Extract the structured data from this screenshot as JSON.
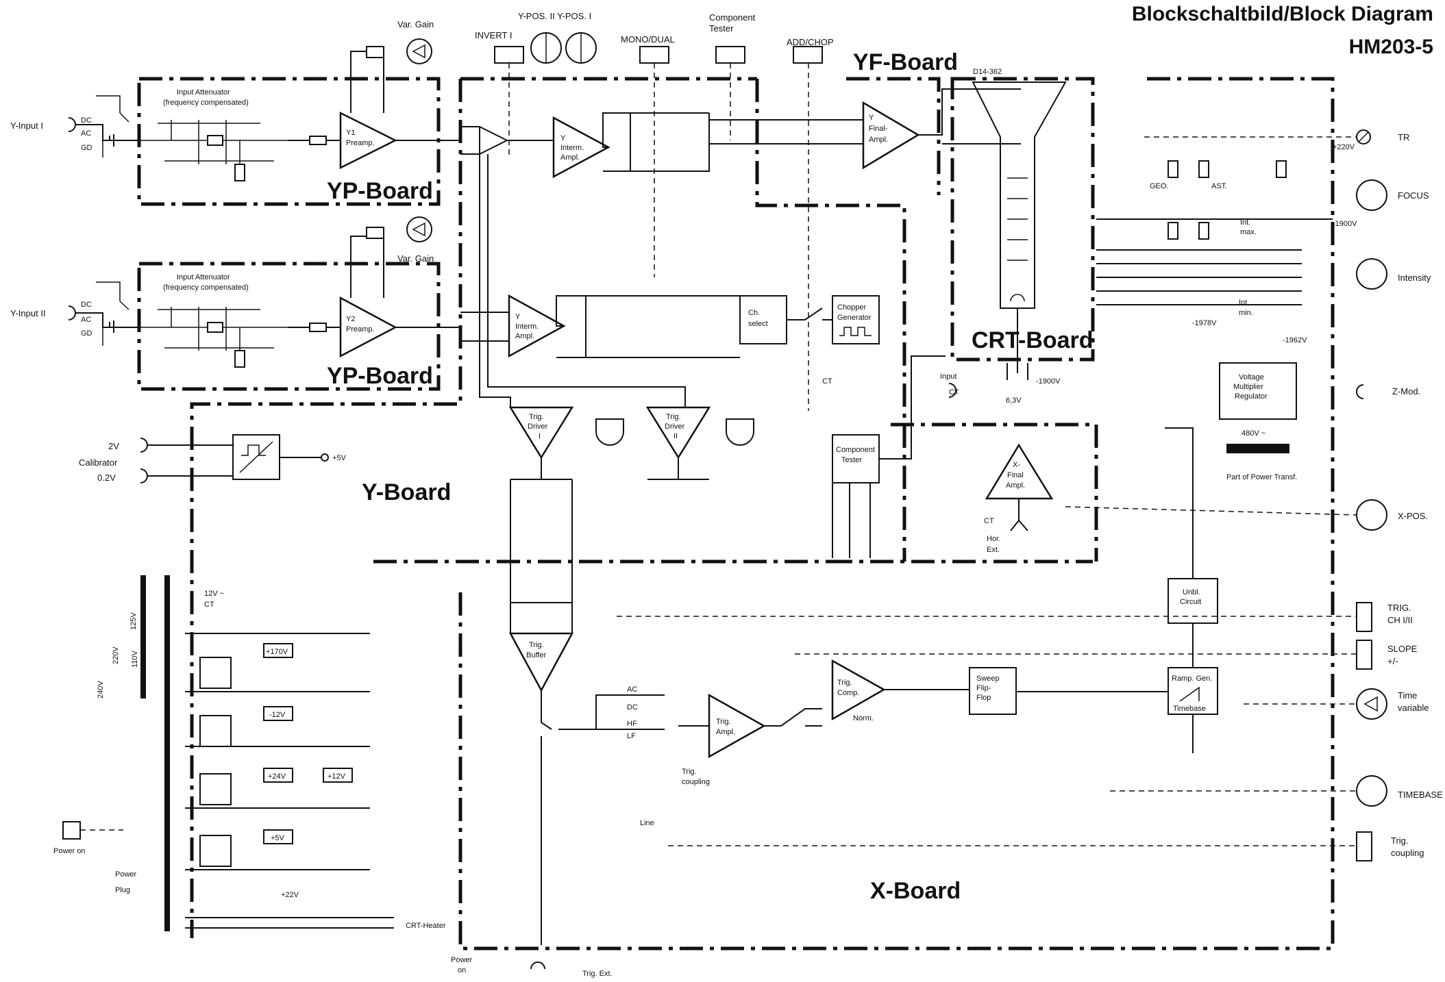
{
  "title": {
    "line1": "Blockschaltbild/Block Diagram",
    "line2": "HM203-5"
  },
  "boards": {
    "yp1": "YP-Board",
    "yp2": "YP-Board",
    "yf": "YF-Board",
    "crt": "CRT-Board",
    "y": "Y-Board",
    "x": "X-Board"
  },
  "inputs": {
    "y1": "Y-Input  I",
    "y2": "Y-Input  II",
    "dc": "DC",
    "ac": "AC",
    "gd": "GD"
  },
  "attenuator": {
    "line1": "Input Attenuator",
    "line2": "(frequency compensated)"
  },
  "varGain": "Var. Gain",
  "preamp1": {
    "l1": "Y1",
    "l2": "Preamp."
  },
  "preamp2": {
    "l1": "Y2",
    "l2": "Preamp."
  },
  "intermAmp1": {
    "l1": "Y",
    "l2": "Interm.",
    "l3": "Ampl."
  },
  "intermAmp2": {
    "l1": "Y",
    "l2": "Interm.",
    "l3": "Ampl."
  },
  "finalAmpY": {
    "l1": "Y",
    "l2": "Final-",
    "l3": "Ampl."
  },
  "finalAmpX": {
    "l1": "X-",
    "l2": "Final",
    "l3": "Ampl."
  },
  "controls": {
    "invert": "INVERT  I",
    "ypos": "Y-POS. II  Y-POS. I",
    "monoDual": "MONO/DUAL",
    "compTester1": "Component",
    "compTester2": "Tester",
    "addChop": "ADD/CHOP"
  },
  "crt": {
    "tube": "D14-362",
    "v63": "6,3V",
    "m1900": "-1900V",
    "ct": "CT"
  },
  "chSelect": {
    "l1": "Ch.",
    "l2": "select"
  },
  "chopper": {
    "l1": "Chopper",
    "l2": "Generator"
  },
  "trigDriver1": {
    "l1": "Trig.",
    "l2": "Driver",
    "l3": "I"
  },
  "trigDriver2": {
    "l1": "Trig.",
    "l2": "Driver",
    "l3": "II"
  },
  "calibrator": {
    "v2": "2V",
    "name": "Calibrator",
    "v02": "0.2V",
    "p5": "+5V"
  },
  "compTesterBox": {
    "l1": "Component",
    "l2": "Tester"
  },
  "ctInput": {
    "l1": "Input",
    "l2": "CT",
    "ct": "CT"
  },
  "horExt": {
    "ct": "CT",
    "hor": "Hor.",
    "ext": "Ext."
  },
  "right": {
    "tr": "TR",
    "p220": "+220V",
    "geo": "GEO.",
    "ast": "AST.",
    "focus": "FOCUS",
    "m1900": "-1900V",
    "intMax1": "Int.",
    "intMax2": "max.",
    "intensity": "Intensity",
    "intMin1": "Int.",
    "intMin2": "min.",
    "m1978": "-1978V",
    "m1962": "-1962V",
    "zmod": "Z-Mod.",
    "vm1": "Voltage",
    "vm2": "Multiplier",
    "vm3": "Regulator",
    "v480": "480V ~",
    "partPower": "Part of Power Transf.",
    "xpos": "X-POS.",
    "trigCh1": "TRIG.",
    "trigCh2": "CH I/II",
    "slope1": "SLOPE",
    "slope2": "+/-",
    "time1": "Time",
    "time2": "variable",
    "timebase": "TIMEBASE",
    "trigCpl1": "Trig.",
    "trigCpl2": "coupling"
  },
  "power": {
    "v12ct": "12V ~",
    "ct": "CT",
    "v240": "240V",
    "v220": "220V",
    "v125": "125V",
    "v110": "110V",
    "p170": "+170V",
    "m12": "-12V",
    "p24": "+24V",
    "p12": "+12V",
    "p5": "+5V",
    "p22": "+22V",
    "powerOn": "Power on",
    "powerPlug1": "Power",
    "powerPlug2": "Plug",
    "crtHeater": "CRT-Heater",
    "powerOn2a": "Power",
    "powerOn2b": "on",
    "trigExt": "Trig. Ext."
  },
  "xboard": {
    "trigBuffer1": "Trig.",
    "trigBuffer2": "Buffer",
    "ac": "AC",
    "dc": "DC",
    "hf": "HF",
    "lf": "LF",
    "trigCoupling1": "Trig.",
    "trigCoupling2": "coupling",
    "line": "Line",
    "trigAmpl1": "Trig.",
    "trigAmpl2": "Ampl.",
    "trigComp1": "Trig.",
    "trigComp2": "Comp.",
    "norm": "Norm.",
    "sweep1": "Sweep",
    "sweep2": "Flip-",
    "sweep3": "Flop",
    "ramp1": "Ramp. Gen.",
    "ramp2": "Timebase",
    "unbl1": "Unbl.",
    "unbl2": "Circuit"
  }
}
